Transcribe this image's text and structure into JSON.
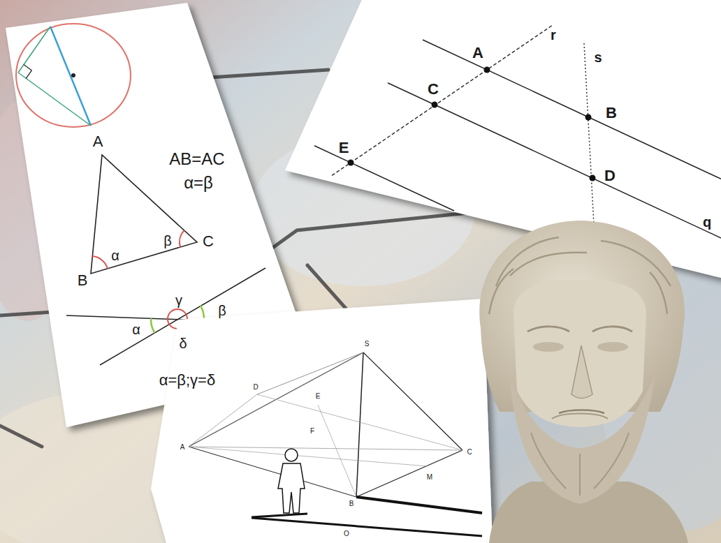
{
  "diagram": {
    "labels": [
      "AB=AC",
      "α=β",
      "A",
      "B",
      "C",
      "α",
      "β",
      "γ",
      "β",
      "α",
      "δ",
      "α=β;γ=δ",
      "A",
      "r",
      "s",
      "C",
      "B",
      "E",
      "D",
      "q",
      "S",
      "A",
      "D",
      "E",
      "F",
      "B",
      "M",
      "C",
      "O"
    ]
  }
}
